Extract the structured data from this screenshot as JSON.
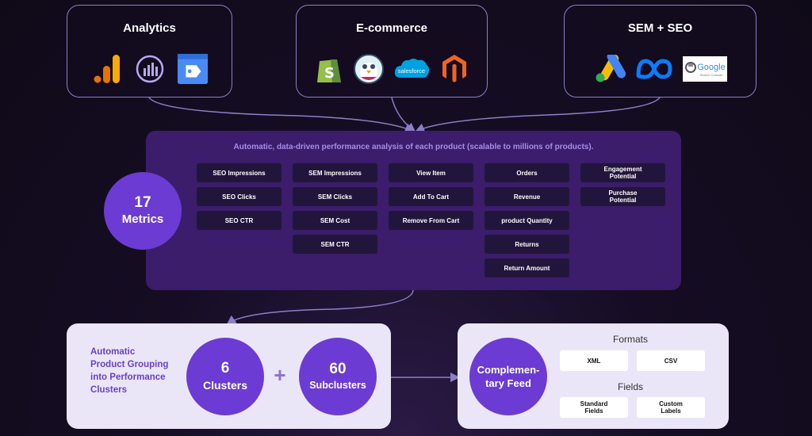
{
  "sources": [
    {
      "title": "Analytics",
      "icons": [
        "google-analytics-icon",
        "adobe-analytics-icon",
        "google-tag-manager-icon"
      ]
    },
    {
      "title": "E-commerce",
      "icons": [
        "shopify-icon",
        "prestashop-icon",
        "salesforce-icon",
        "magento-icon"
      ],
      "salesforce_text": "salesforce"
    },
    {
      "title": "SEM + SEO",
      "icons": [
        "google-ads-icon",
        "meta-icon",
        "google-search-console-icon"
      ],
      "google_text": "Google",
      "google_sub": "Search Console"
    }
  ],
  "analysis": {
    "caption": "Automatic, data-driven performance analysis of each product  (scalable to millions of products).",
    "metrics_count": "17",
    "metrics_label": "Metrics",
    "columns": [
      [
        "SEO Impressions",
        "SEO Clicks",
        "SEO CTR"
      ],
      [
        "SEM Impressions",
        "SEM Clicks",
        "SEM Cost",
        "SEM CTR"
      ],
      [
        "View Item",
        "Add To Cart",
        "Remove From Cart"
      ],
      [
        "Orders",
        "Revenue",
        "product Quantity",
        "Returns",
        "Return Amount"
      ],
      [
        "Engagement Potential",
        "Purchase Potential"
      ]
    ]
  },
  "grouping": {
    "label": "Automatic Product Grouping into Performance Clusters",
    "clusters_count": "6",
    "clusters_label": "Clusters",
    "plus": "+",
    "subclusters_count": "60",
    "subclusters_label": "Subclusters"
  },
  "feed": {
    "circle_label": "Complemen- tary Feed",
    "formats_title": "Formats",
    "formats": [
      "XML",
      "CSV"
    ],
    "fields_title": "Fields",
    "fields": [
      "Standard Fields",
      "Custom Labels"
    ]
  },
  "colors": {
    "accent": "#6c3bd4",
    "panel": "#3b1d6b",
    "caption": "#a88de8",
    "border": "#8b7fc7"
  }
}
